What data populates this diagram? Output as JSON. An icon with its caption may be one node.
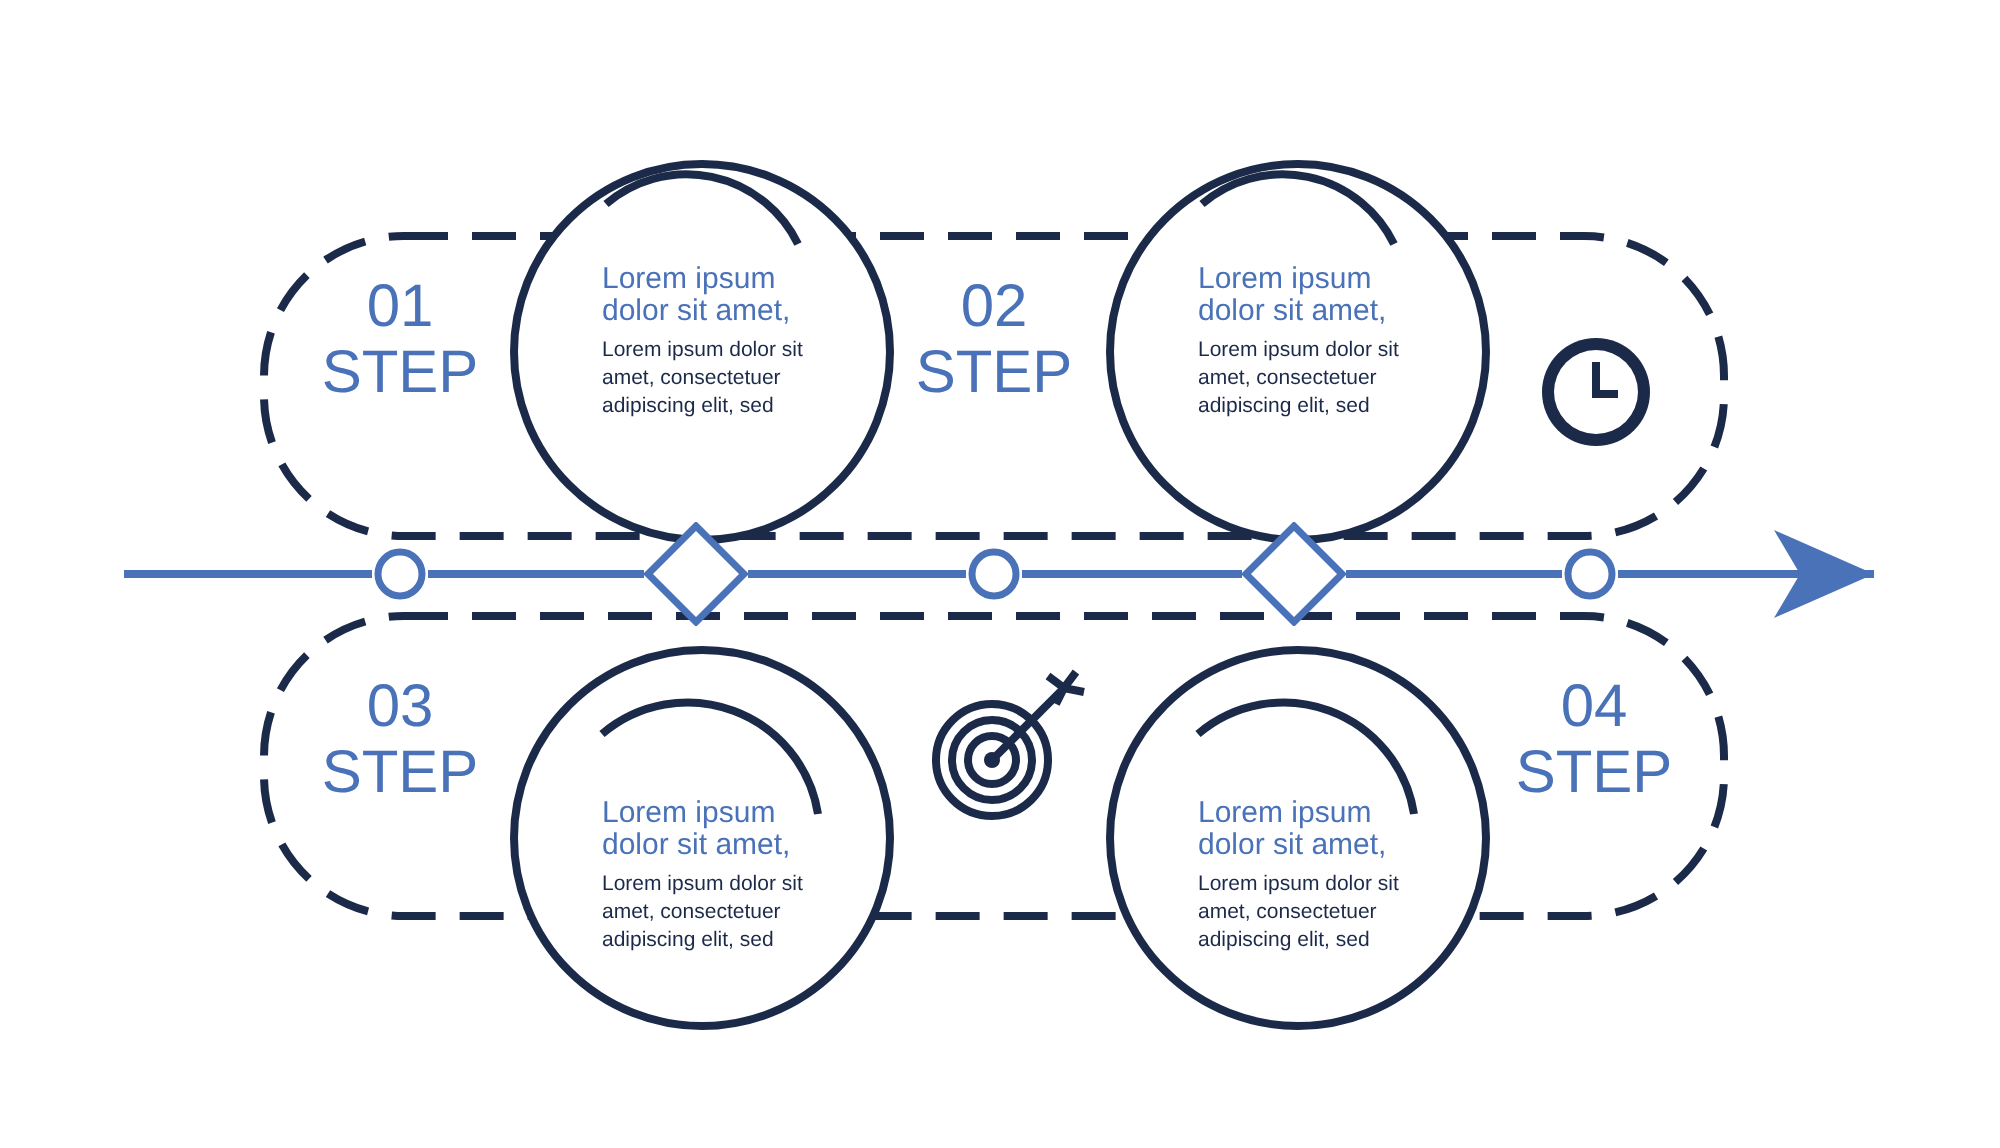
{
  "diagram": {
    "nodes": [
      {
        "text": [
          "Lorem ipsum dolor sit amet,",
          "Lorem ipsum dolor sit amet, consectetuer adipiscing elit, sed"
        ]
      },
      {
        "text": [
          "Lorem ipsum dolor sit amet,",
          "Lorem ipsum dolor sit amet, consectetuer adipiscing elit, sed"
        ]
      },
      {
        "text": [
          "Lorem ipsum dolor sit amet,",
          "Lorem ipsum dolor sit amet, consectetuer adipiscing elit, sed"
        ]
      },
      {
        "text": [
          "Lorem ipsum dolor sit amet,",
          "Lorem ipsum dolor sit amet, consectetuer adipiscing elit, sed"
        ]
      },
      {
        "text": [],
        "shape": "circle"
      },
      {
        "text": [],
        "shape": "diamond"
      },
      {
        "text": [],
        "shape": "circle"
      },
      {
        "text": [],
        "shape": "diamond"
      },
      {
        "text": [],
        "shape": "circle"
      }
    ],
    "edges": [
      {
        "from": null,
        "to": 4,
        "arrow": "none"
      },
      {
        "from": 4,
        "to": 5,
        "arrow": "none"
      },
      {
        "from": 5,
        "to": 6,
        "arrow": "none"
      },
      {
        "from": 6,
        "to": 7,
        "arrow": "none"
      },
      {
        "from": 7,
        "to": 8,
        "arrow": "none"
      },
      {
        "from": 8,
        "to": null,
        "arrow": "to"
      }
    ],
    "labels": [
      "01 STEP",
      "02 STEP",
      "03 STEP",
      "04 STEP"
    ]
  }
}
